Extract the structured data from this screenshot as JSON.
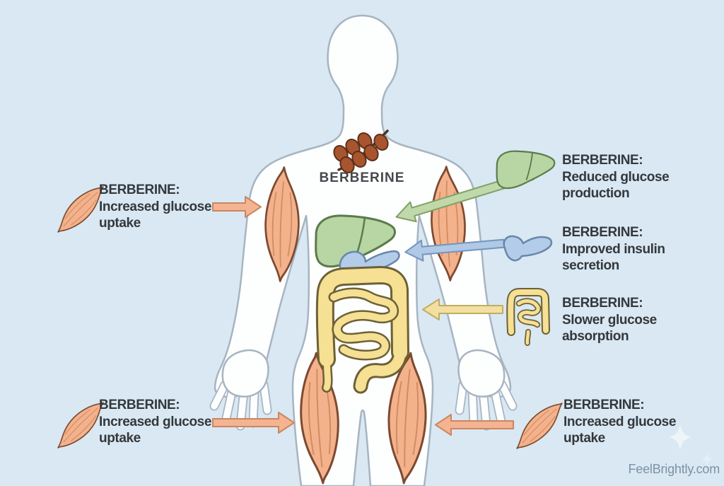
{
  "title": "BERBERINE",
  "watermark": "FeelBrightly.com",
  "labels": {
    "muscle_arm_left": {
      "heading": "BERBERINE:",
      "lines": [
        "Increased glucose",
        "uptake"
      ]
    },
    "liver": {
      "heading": "BERBERINE:",
      "lines": [
        "Reduced glucose",
        "production"
      ]
    },
    "pancreas": {
      "heading": "BERBERINE:",
      "lines": [
        "Improved insulin",
        "secretion"
      ]
    },
    "intestine": {
      "heading": "BERBERINE:",
      "lines": [
        "Slower glucose",
        "absorption"
      ]
    },
    "muscle_leg_left": {
      "heading": "BERBERINE:",
      "lines": [
        "Increased glucose",
        "uptake"
      ]
    },
    "muscle_leg_right": {
      "heading": "BERBERINE:",
      "lines": [
        "Increased glucose",
        "uptake"
      ]
    }
  },
  "icons": {
    "berries": "berberine-berries-icon",
    "muscle": "muscle-icon",
    "liver": "liver-icon",
    "pancreas": "pancreas-icon",
    "intestine": "intestine-icon",
    "sparkle": "sparkle-icon"
  },
  "colors": {
    "background": "#d9e8f2",
    "body": "#fdfefe",
    "outline": "#a7b4c2",
    "muscle": "#f4b28c",
    "liver": "#b7d6a4",
    "pancreas": "#b3cce9",
    "intestine": "#f5e093",
    "berry": "#a8552f",
    "text": "#34383c",
    "watermark": "#7d92a6",
    "arrow_orange": "#f4b491",
    "arrow_green": "#c1d8ab",
    "arrow_blue": "#afc9e6",
    "arrow_yellow": "#f3dfa0"
  }
}
